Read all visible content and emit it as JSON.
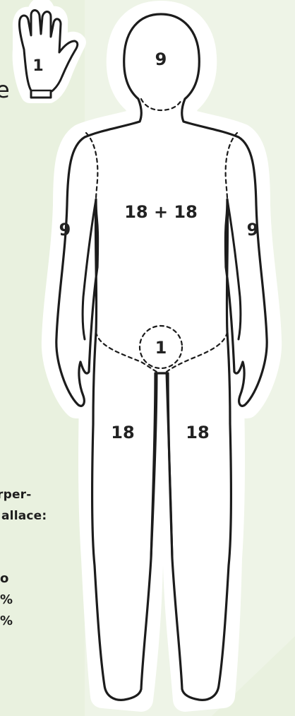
{
  "figure": {
    "hand_label": "1",
    "regions": {
      "head": "9",
      "torso": "18 + 18",
      "left_arm": "9",
      "right_arm": "9",
      "genital": "1",
      "left_leg": "18",
      "right_leg": "18"
    }
  },
  "side_text": {
    "line_1": "e",
    "line_2": "rper-",
    "line_3": "allace:",
    "line_4": "o",
    "line_5": "%",
    "line_6": "%"
  },
  "colors": {
    "background": "#e9f1df",
    "body_fill": "#ffffff",
    "outline": "#1c1c1c",
    "dashed": "#1c1c1c"
  }
}
